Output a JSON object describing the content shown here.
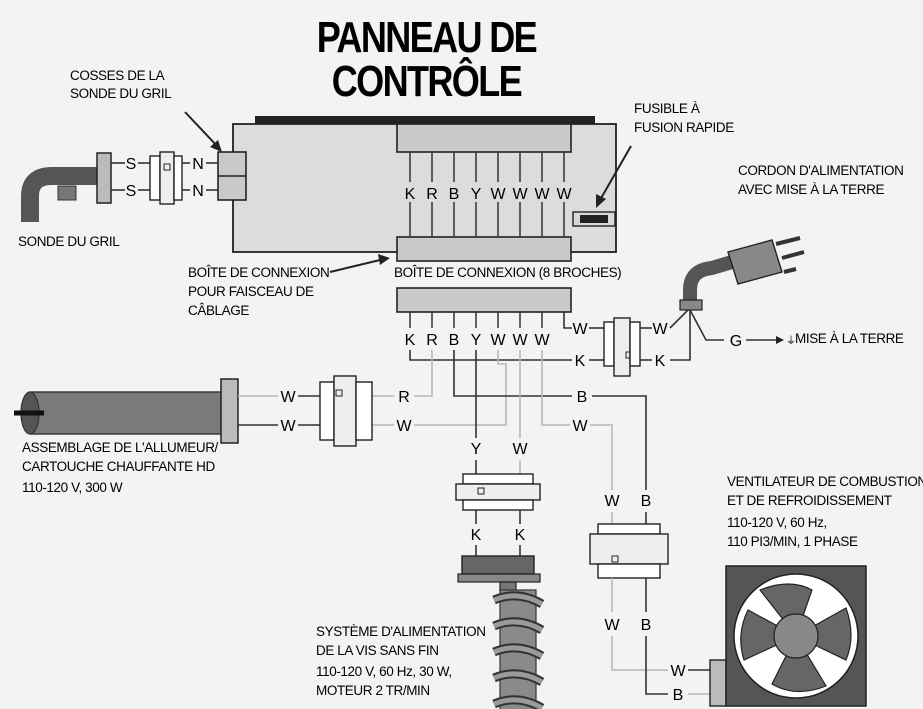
{
  "title": {
    "line1": "PANNEAU DE",
    "line2": "CONTRÔLE"
  },
  "labels": {
    "probe_terminals": [
      "COSSES DE LA",
      "SONDE DU GRIL"
    ],
    "probe": "SONDE DU GRIL",
    "harness_box": [
      "BOÎTE DE CONNEXION",
      "POUR FAISCEAU DE",
      "CÂBLAGE"
    ],
    "junction_box": "BOÎTE DE CONNEXION (8 BROCHES)",
    "fuse": [
      "FUSIBLE À",
      "FUSION RAPIDE"
    ],
    "power_cord": [
      "CORDON D'ALIMENTATION",
      "AVEC MISE À LA TERRE"
    ],
    "ground": "MISE À LA TERRE",
    "igniter": [
      "ASSEMBLAGE DE L'ALLUMEUR/",
      "CARTOUCHE CHAUFFANTE HD",
      "110-120 V, 300 W"
    ],
    "fan": [
      "VENTILATEUR DE COMBUSTION",
      "ET DE REFROIDISSEMENT",
      "110-120 V, 60 Hz,",
      "110 PI3/MIN, 1 PHASE"
    ],
    "auger": [
      "SYSTÈME D'ALIMENTATION",
      "DE LA VIS SANS FIN",
      "110-120 V, 60 Hz, 30 W,",
      "MOTEUR 2 TR/MIN"
    ]
  },
  "pins_top": [
    "K",
    "R",
    "B",
    "Y",
    "W",
    "W",
    "W",
    "W"
  ],
  "pins_bottom": [
    "K",
    "R",
    "B",
    "Y",
    "W",
    "W",
    "W"
  ],
  "wire_letters": {
    "S": "S",
    "N": "N",
    "W": "W",
    "K": "K",
    "G": "G",
    "R": "R",
    "B": "B",
    "Y": "Y"
  }
}
